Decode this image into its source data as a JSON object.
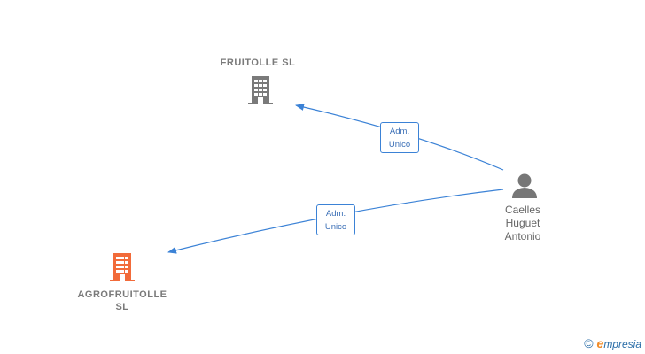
{
  "nodes": {
    "fruitolle": {
      "label": "FRUITOLLE  SL",
      "color": "#7a7a7a"
    },
    "agrofruitolle": {
      "label_line1": "AGROFRUITOLLE",
      "label_line2": "SL",
      "color": "#f26b3a"
    },
    "person": {
      "line1": "Caelles",
      "line2": "Huguet",
      "line3": "Antonio",
      "color": "#777777"
    }
  },
  "edges": [
    {
      "line1": "Adm.",
      "line2": "Unico"
    },
    {
      "line1": "Adm.",
      "line2": "Unico"
    }
  ],
  "edge_color": "#3b82d6",
  "brand": {
    "copyright": "©",
    "initial": "e",
    "rest": "mpresia"
  }
}
